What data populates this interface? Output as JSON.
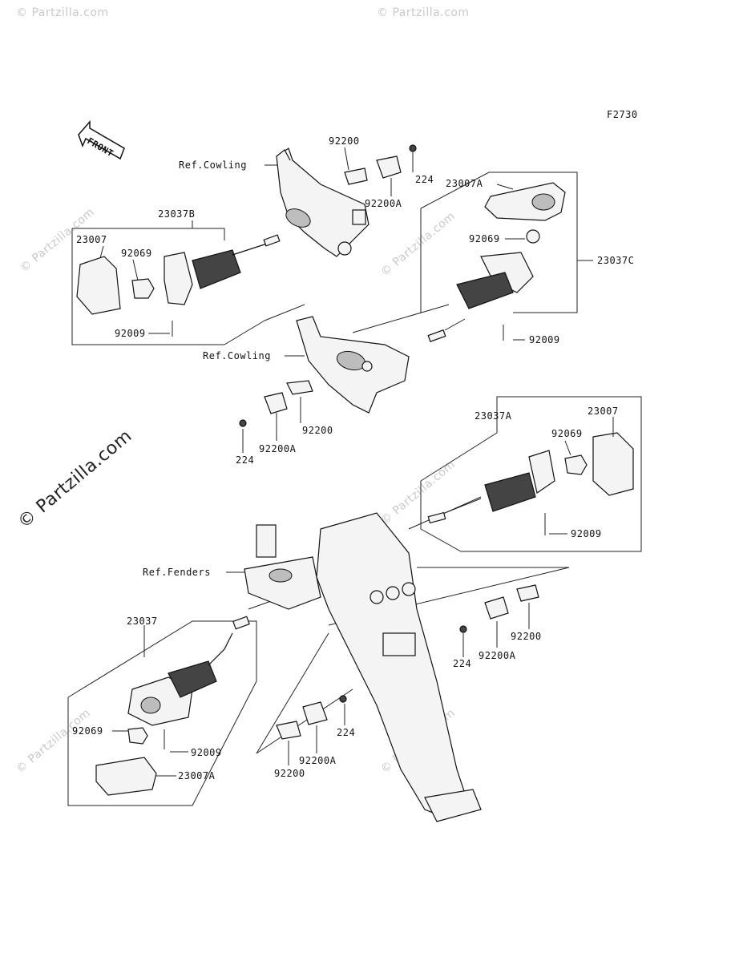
{
  "figure_code": "F2730",
  "front_label": "FRONT",
  "watermarks": {
    "main": "© Partzilla.com",
    "faint": "© Partzilla.com"
  },
  "references": {
    "cowling_top": "Ref.Cowling",
    "cowling_mid": "Ref.Cowling",
    "fenders": "Ref.Fenders"
  },
  "groups": {
    "front_left": "23037B",
    "front_right": "23037C",
    "rear_right": "23037A",
    "rear_left": "23037"
  },
  "parts": {
    "p_92200_a": "92200",
    "p_224_a": "224",
    "p_92200A_a": "92200A",
    "p_23007_a": "23007",
    "p_92069_a": "92069",
    "p_92009_a": "92009",
    "p_23007A_a": "23007A",
    "p_92069_b": "92069",
    "p_92009_b": "92009",
    "p_92200_b": "92200",
    "p_224_b": "224",
    "p_92200A_b": "92200A",
    "p_23007_c": "23007",
    "p_92069_c": "92069",
    "p_92009_c": "92009",
    "p_92200_d": "92200",
    "p_224_d": "224",
    "p_92200A_d": "92200A",
    "p_92069_e": "92069",
    "p_92009_e": "92009",
    "p_23007A_e": "23007A",
    "p_224_f": "224",
    "p_92200A_f": "92200A",
    "p_92200_f": "92200"
  }
}
